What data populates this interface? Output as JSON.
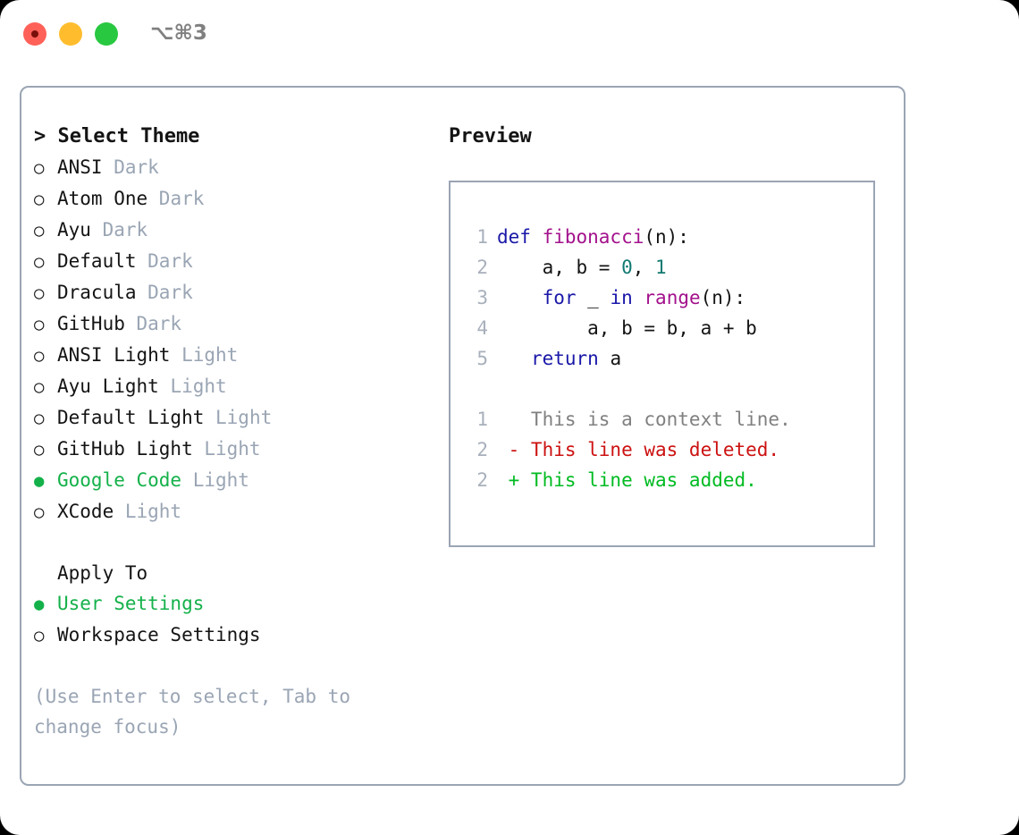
{
  "titlebar": {
    "shortcut": "⌥⌘3",
    "buttons": [
      "close",
      "minimize",
      "maximize"
    ]
  },
  "left": {
    "header": "> Select Theme",
    "themes": [
      {
        "bullet": "○",
        "name": "ANSI",
        "tag": "Dark",
        "selected": false
      },
      {
        "bullet": "○",
        "name": "Atom One",
        "tag": "Dark",
        "selected": false
      },
      {
        "bullet": "○",
        "name": "Ayu",
        "tag": "Dark",
        "selected": false
      },
      {
        "bullet": "○",
        "name": "Default",
        "tag": "Dark",
        "selected": false
      },
      {
        "bullet": "○",
        "name": "Dracula",
        "tag": "Dark",
        "selected": false
      },
      {
        "bullet": "○",
        "name": "GitHub",
        "tag": "Dark",
        "selected": false
      },
      {
        "bullet": "○",
        "name": "ANSI Light",
        "tag": "Light",
        "selected": false
      },
      {
        "bullet": "○",
        "name": "Ayu Light",
        "tag": "Light",
        "selected": false
      },
      {
        "bullet": "○",
        "name": "Default Light",
        "tag": "Light",
        "selected": false
      },
      {
        "bullet": "○",
        "name": "GitHub Light",
        "tag": "Light",
        "selected": false
      },
      {
        "bullet": "●",
        "name": "Google Code",
        "tag": "Light",
        "selected": true
      },
      {
        "bullet": "○",
        "name": "XCode",
        "tag": "Light",
        "selected": false
      }
    ],
    "apply_to_header": "Apply To",
    "apply_to_options": [
      {
        "bullet": "●",
        "name": "User Settings",
        "selected": true
      },
      {
        "bullet": "○",
        "name": "Workspace Settings",
        "selected": false
      }
    ],
    "help_text": "(Use Enter to select, Tab to\nchange focus)"
  },
  "right": {
    "header": "Preview",
    "code_lines": [
      {
        "num": "1",
        "tokens": [
          {
            "t": "def ",
            "c": "kw"
          },
          {
            "t": "fibonacci",
            "c": "fn"
          },
          {
            "t": "(n):",
            "c": "txt"
          }
        ]
      },
      {
        "num": "2",
        "tokens": [
          {
            "t": "    a, b = ",
            "c": "txt"
          },
          {
            "t": "0",
            "c": "num"
          },
          {
            "t": ", ",
            "c": "txt"
          },
          {
            "t": "1",
            "c": "num"
          }
        ]
      },
      {
        "num": "3",
        "tokens": [
          {
            "t": "    ",
            "c": "txt"
          },
          {
            "t": "for",
            "c": "kw"
          },
          {
            "t": " _ ",
            "c": "txt"
          },
          {
            "t": "in",
            "c": "kw"
          },
          {
            "t": " ",
            "c": "txt"
          },
          {
            "t": "range",
            "c": "fn"
          },
          {
            "t": "(n):",
            "c": "txt"
          }
        ]
      },
      {
        "num": "4",
        "tokens": [
          {
            "t": "        a, b = b, a + b",
            "c": "txt"
          }
        ]
      },
      {
        "num": "5",
        "tokens": [
          {
            "t": "   ",
            "c": "txt"
          },
          {
            "t": "return",
            "c": "kw"
          },
          {
            "t": " a",
            "c": "txt"
          }
        ]
      }
    ],
    "diff_lines": [
      {
        "num": "1",
        "tokens": [
          {
            "t": "   This is a context line.",
            "c": "ctx"
          }
        ]
      },
      {
        "num": "2",
        "tokens": [
          {
            "t": " - This line was deleted.",
            "c": "del"
          }
        ]
      },
      {
        "num": "2",
        "tokens": [
          {
            "t": " + This line was added.",
            "c": "add"
          }
        ]
      }
    ]
  },
  "colors": {
    "selected_green": "#14b14a",
    "muted_blue_gray": "#9aa5b4",
    "keyword_blue": "#1a18a8",
    "function_magenta": "#a3118c",
    "number_teal": "#117a72",
    "diff_deleted_red": "#cc1111",
    "diff_added_green": "#00bb22",
    "traffic_red": "#ff6159",
    "traffic_yellow": "#ffbd2e",
    "traffic_green": "#28c840"
  }
}
